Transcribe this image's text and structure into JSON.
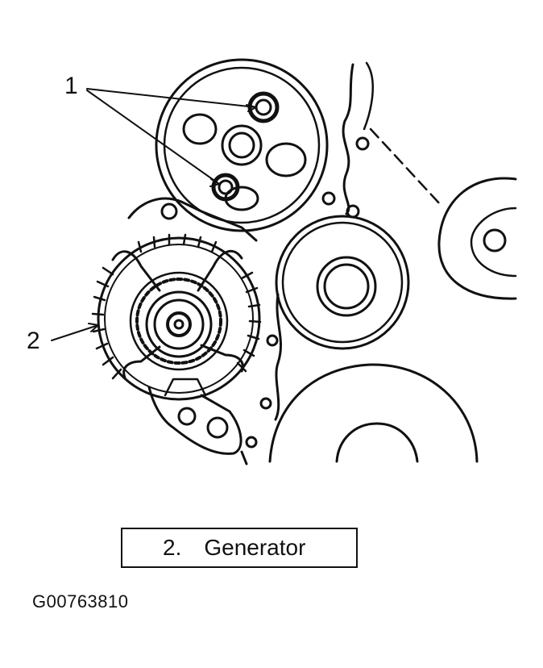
{
  "callouts": {
    "bolts": "1",
    "generator": "2"
  },
  "caption": {
    "number": "2.",
    "text": "Generator"
  },
  "figure_id": "G00763810",
  "colors": {
    "ink": "#111111",
    "background": "#ffffff"
  }
}
